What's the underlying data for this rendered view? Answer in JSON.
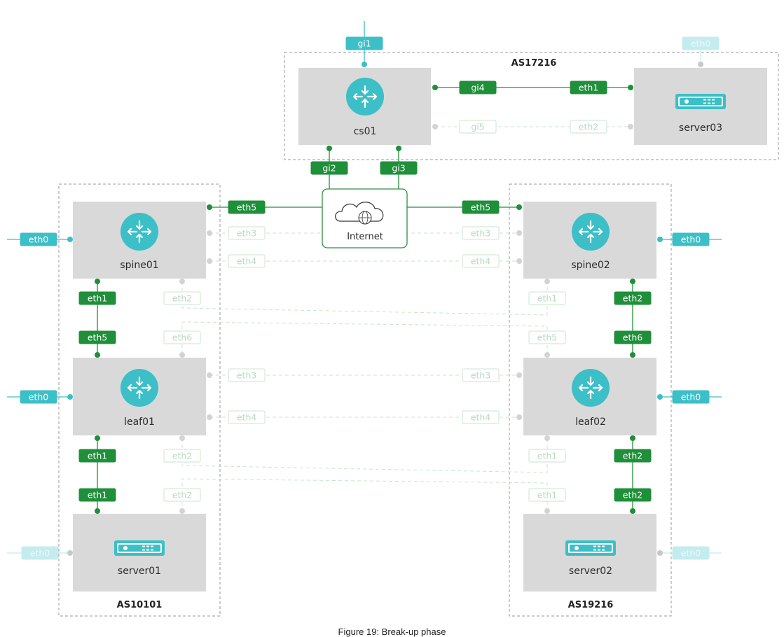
{
  "caption": "Figure 19: Break-up phase",
  "colors": {
    "green": "#1f8f3a",
    "teal": "#3cbfc6",
    "faint_green": "#c9e4cf",
    "faint_teal": "#c4ecee",
    "node_bg": "#d9d9d9",
    "as_border": "#9a9a9a"
  },
  "autonomous_systems": {
    "top": "AS17216",
    "left": "AS10101",
    "right": "AS19216"
  },
  "nodes": {
    "cs01": {
      "label": "cs01",
      "icon": "router-icon"
    },
    "server03": {
      "label": "server03",
      "icon": "server-icon"
    },
    "spine01": {
      "label": "spine01",
      "icon": "router-icon"
    },
    "spine02": {
      "label": "spine02",
      "icon": "router-icon"
    },
    "leaf01": {
      "label": "leaf01",
      "icon": "router-icon"
    },
    "leaf02": {
      "label": "leaf02",
      "icon": "router-icon"
    },
    "server01": {
      "label": "server01",
      "icon": "server-icon"
    },
    "server02": {
      "label": "server02",
      "icon": "server-icon"
    }
  },
  "internet": {
    "label": "Internet",
    "icon": "cloud-globe-icon"
  },
  "ports": {
    "cs01_gi1": "gi1",
    "cs01_gi2": "gi2",
    "cs01_gi3": "gi3",
    "cs01_gi4": "gi4",
    "cs01_gi5": "gi5",
    "server03_eth0": "eth0",
    "server03_eth1": "eth1",
    "server03_eth2": "eth2",
    "spine01_eth0": "eth0",
    "spine01_eth1": "eth1",
    "spine01_eth2": "eth2",
    "spine01_eth3": "eth3",
    "spine01_eth4": "eth4",
    "spine01_eth5": "eth5",
    "spine02_eth0": "eth0",
    "spine02_eth1": "eth1",
    "spine02_eth2": "eth2",
    "spine02_eth3": "eth3",
    "spine02_eth4": "eth4",
    "spine02_eth5": "eth5",
    "leaf01_eth0": "eth0",
    "leaf01_eth1": "eth1",
    "leaf01_eth2": "eth2",
    "leaf01_eth3": "eth3",
    "leaf01_eth4": "eth4",
    "leaf01_eth5": "eth5",
    "leaf01_eth6": "eth6",
    "leaf02_eth0": "eth0",
    "leaf02_eth1": "eth1",
    "leaf02_eth2": "eth2",
    "leaf02_eth3": "eth3",
    "leaf02_eth4": "eth4",
    "leaf02_eth5": "eth5",
    "leaf02_eth6": "eth6",
    "server01_eth0": "eth0",
    "server01_eth1": "eth1",
    "server01_eth2": "eth2",
    "server02_eth0": "eth0",
    "server02_eth1": "eth1",
    "server02_eth2": "eth2"
  }
}
